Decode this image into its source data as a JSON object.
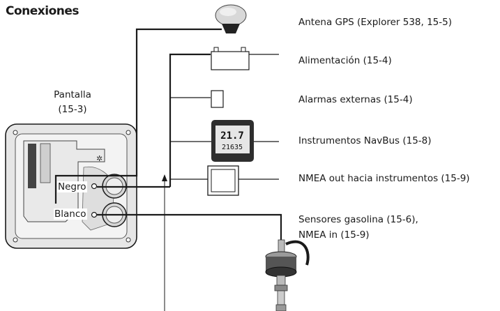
{
  "title": "Conexiones",
  "display": {
    "label": "Pantalla",
    "ref": "(15-3)",
    "port_black": "Negro",
    "port_white": "Blanco"
  },
  "lcd": {
    "line1": "21.7",
    "line2": "21635"
  },
  "connections": [
    {
      "label": "Antena GPS  (Explorer 538, 15-5)",
      "icon": "gps-antenna-icon"
    },
    {
      "label": "Alimentación (15-4)",
      "icon": "battery-icon"
    },
    {
      "label": "Alarmas externas  (15-4)",
      "icon": "external-alarm-icon"
    },
    {
      "label": "Instrumentos NavBus  (15-8)",
      "icon": "navbus-instrument-icon"
    },
    {
      "label": "NMEA out hacia instrumentos (15-9)",
      "icon": "nmea-instrument-icon"
    },
    {
      "label": "Sensores gasolina  (15-6),",
      "label2": "NMEA in (15-9)",
      "icon": "fuel-sensor-icon"
    }
  ]
}
